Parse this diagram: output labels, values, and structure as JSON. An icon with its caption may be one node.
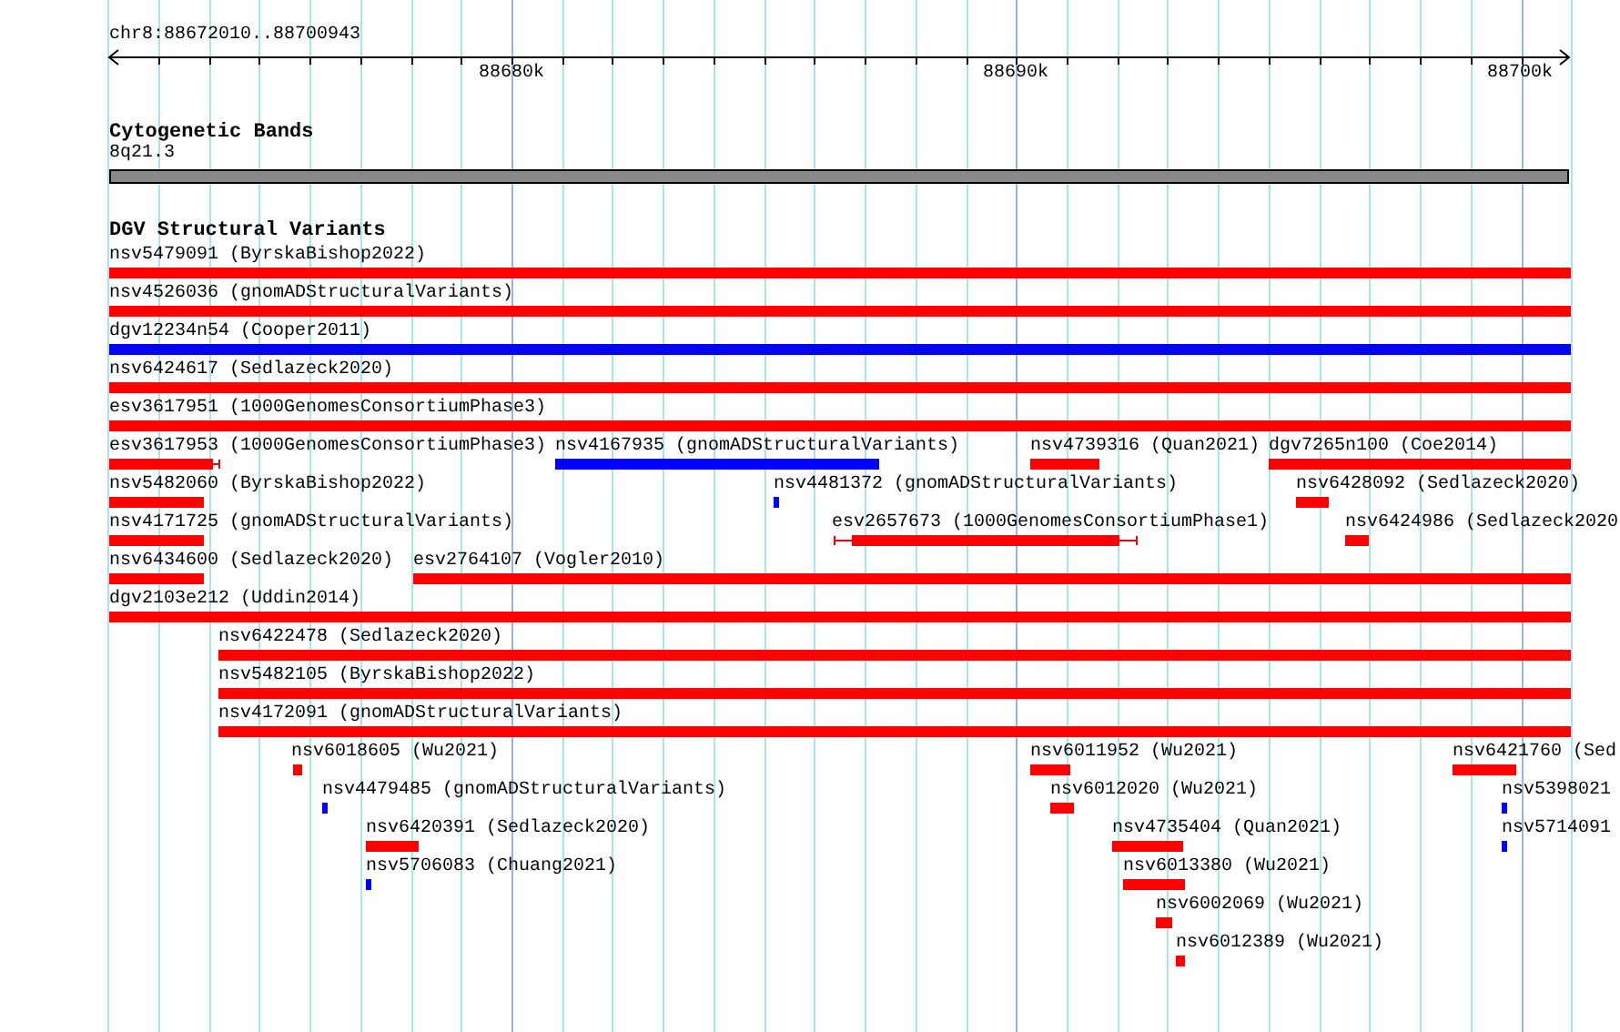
{
  "diagram": {
    "nodes": [
      {
        "text": [
          "nsv5479091 (ByrskaBishop2022)"
        ]
      },
      {
        "text": [
          "nsv4526036 (gnomADStructuralVariants)"
        ]
      },
      {
        "text": [
          "dgv12234n54 (Cooper2011)"
        ]
      },
      {
        "text": [
          "nsv6424617 (Sedlazeck2020)"
        ]
      },
      {
        "text": [
          "esv3617951 (1000GenomesConsortiumPhase3)"
        ]
      },
      {
        "text": [
          "esv3617953 (1000GenomesConsortiumPhase3)"
        ]
      },
      {
        "text": [
          "nsv4167935 (gnomADStructuralVariants)"
        ]
      },
      {
        "text": [
          "nsv4739316 (Quan2021)"
        ]
      },
      {
        "text": [
          "dgv7265n100 (Coe2014)"
        ]
      },
      {
        "text": [
          "nsv5482060 (ByrskaBishop2022)"
        ]
      },
      {
        "text": [
          "nsv4481372 (gnomADStructuralVariants)"
        ]
      },
      {
        "text": [
          "nsv6428092 (Sedlazeck2020)"
        ]
      },
      {
        "text": [
          "nsv4171725 (gnomADStructuralVariants)"
        ]
      },
      {
        "text": [
          "esv2657673 (1000GenomesConsortiumPhase1)"
        ]
      },
      {
        "text": [
          "nsv6424986 (Sedlazeck2020"
        ]
      },
      {
        "text": [
          "nsv6434600 (Sedlazeck2020)"
        ]
      },
      {
        "text": [
          "esv2764107 (Vogler2010)"
        ]
      },
      {
        "text": [
          "dgv2103e212 (Uddin2014)"
        ]
      },
      {
        "text": [
          "nsv6422478 (Sedlazeck2020)"
        ]
      },
      {
        "text": [
          "nsv5482105 (ByrskaBishop2022)"
        ]
      },
      {
        "text": [
          "nsv4172091 (gnomADStructuralVariants)"
        ]
      },
      {
        "text": [
          "nsv6018605 (Wu2021)"
        ]
      },
      {
        "text": [
          "nsv6011952 (Wu2021)"
        ]
      },
      {
        "text": [
          "nsv6421760 (Sed"
        ]
      },
      {
        "text": [
          "nsv4479485 (gnomADStructuralVariants)"
        ]
      },
      {
        "text": [
          "nsv6012020 (Wu2021)"
        ]
      },
      {
        "text": [
          "nsv5398021"
        ]
      },
      {
        "text": [
          "nsv6420391 (Sedlazeck2020)"
        ]
      },
      {
        "text": [
          "nsv4735404 (Quan2021)"
        ]
      },
      {
        "text": [
          "nsv5714091"
        ]
      },
      {
        "text": [
          "nsv5706083 (Chuang2021)"
        ]
      },
      {
        "text": [
          "nsv6013380 (Wu2021)"
        ]
      },
      {
        "text": [
          "nsv6002069 (Wu2021)"
        ]
      },
      {
        "text": [
          "nsv6012389 (Wu2021)"
        ]
      }
    ],
    "labels": [
      "chr8:88672010..88700943",
      "88680k",
      "88690k",
      "88700k",
      "Cytogenetic Bands",
      "8q21.3",
      "DGV Structural Variants"
    ]
  }
}
